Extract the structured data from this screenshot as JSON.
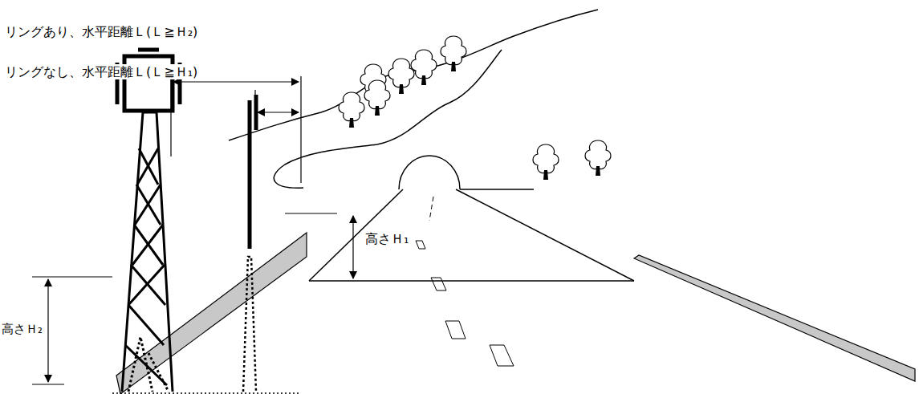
{
  "diagram": {
    "labels": [
      "リングあり、水平距離Ｌ(Ｌ≧Ｈ₂)",
      "リングなし、水平距離Ｌ(Ｌ≧Ｈ₁)",
      "高さＨ₁",
      "高さＨ₂"
    ]
  }
}
